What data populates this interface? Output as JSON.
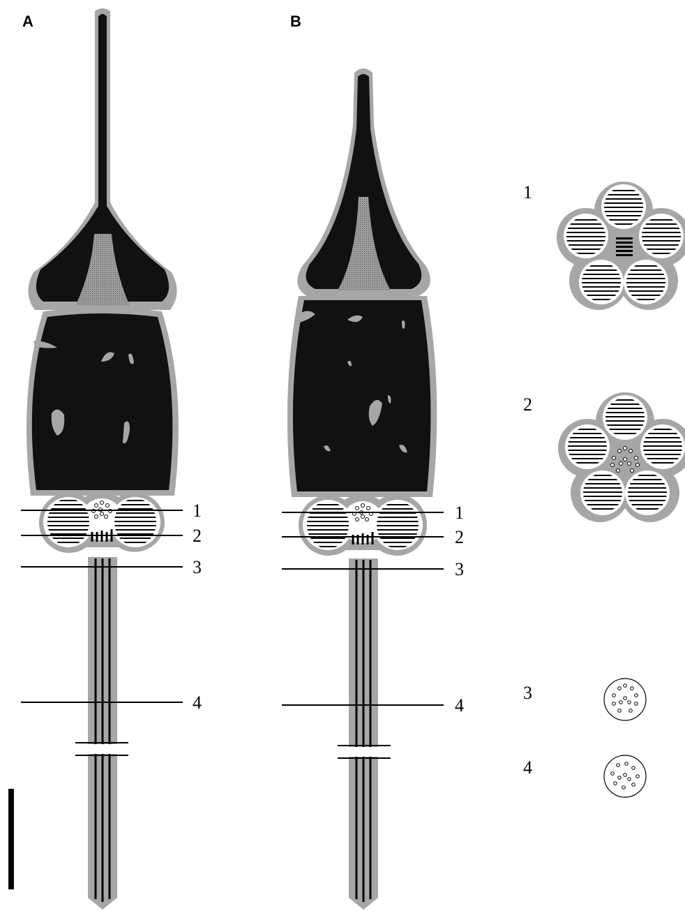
{
  "panels": [
    {
      "label": "A",
      "section_labels": [
        "1",
        "2",
        "3",
        "4"
      ]
    },
    {
      "label": "B",
      "section_labels": [
        "1",
        "2",
        "3",
        "4"
      ]
    }
  ],
  "cross_sections": {
    "labels": [
      "1",
      "2",
      "3",
      "4"
    ]
  },
  "colors": {
    "cell_fill": "#111111",
    "outline": "#a6a6a6",
    "background": "#ffffff",
    "line": "#000000"
  }
}
